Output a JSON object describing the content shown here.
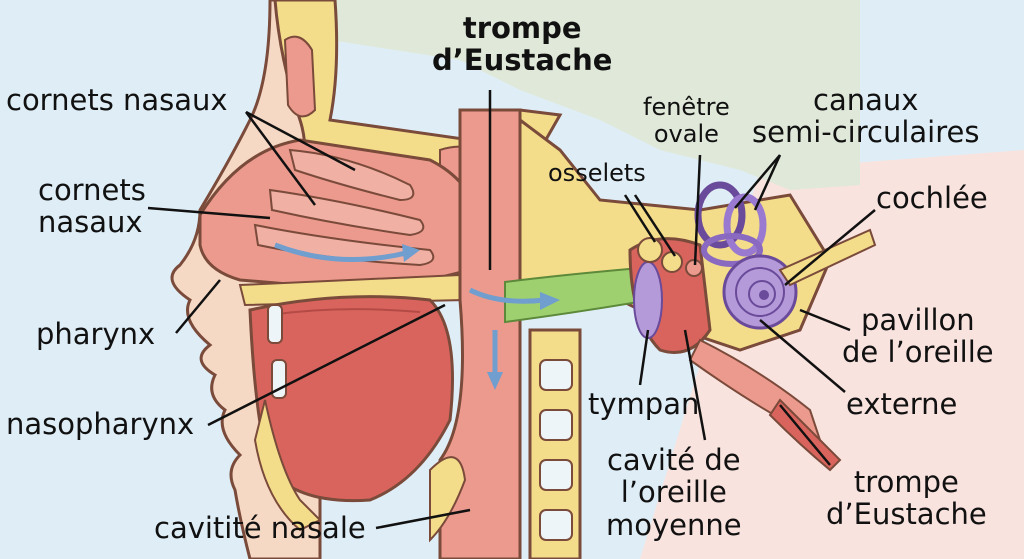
{
  "labels": {
    "cornets_top": "cornets nasaux",
    "cornets_mid_1": "cornets",
    "cornets_mid_2": "nasaux",
    "pharynx": "pharynx",
    "nasopharynx": "nasopharynx",
    "cavite_nasale": "cavitité nasale",
    "trompe_top_1": "trompe",
    "trompe_top_2": "d’Eustache",
    "fenetre_1": "fenêtre",
    "fenetre_2": "ovale",
    "osselets": "osselets",
    "canaux_1": "canaux",
    "canaux_2": "semi-circulaires",
    "cochlee": "cochlée",
    "pavillon_1": "pavillon",
    "pavillon_2": "de l’oreille",
    "externe": "externe",
    "tympan": "tympan",
    "cavite_oreille_1": "cavité de",
    "cavite_oreille_2": "l’oreille",
    "cavite_oreille_3": "moyenne",
    "trompe_bottom_1": "trompe",
    "trompe_bottom_2": "d’Eustache"
  },
  "colors": {
    "background": "#dfeef6",
    "skin": "#f6d9c4",
    "nasal_cavity": "#ec9a8d",
    "bone": "#f3dc8a",
    "brain": "#dfe8d9",
    "eustachian_tube": "#9fd070",
    "cochlea": "#b49ad8",
    "airflow_arrow": "#6f9ecf",
    "outline": "#7a4a3a"
  }
}
